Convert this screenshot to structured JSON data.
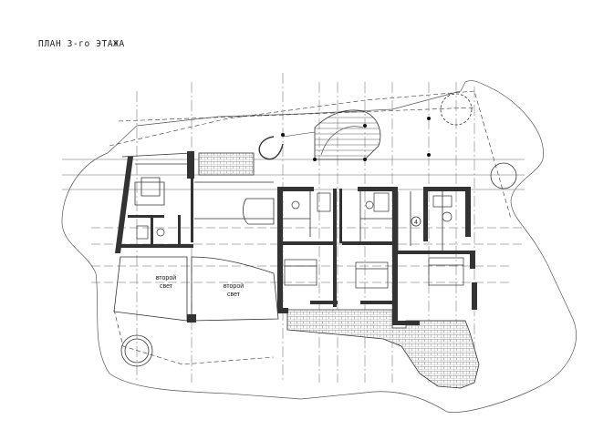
{
  "title": "ПЛАН 3-го ЭТАЖА",
  "rooms": [
    {
      "line1": "второй",
      "line2": "свет"
    },
    {
      "line1": "второй",
      "line2": "свет"
    }
  ],
  "markers": [
    "4"
  ],
  "colors": {
    "ink": "#1a1a1a",
    "wall": "#333333",
    "hatch": "#8a8a8a",
    "paper": "#ffffff"
  }
}
